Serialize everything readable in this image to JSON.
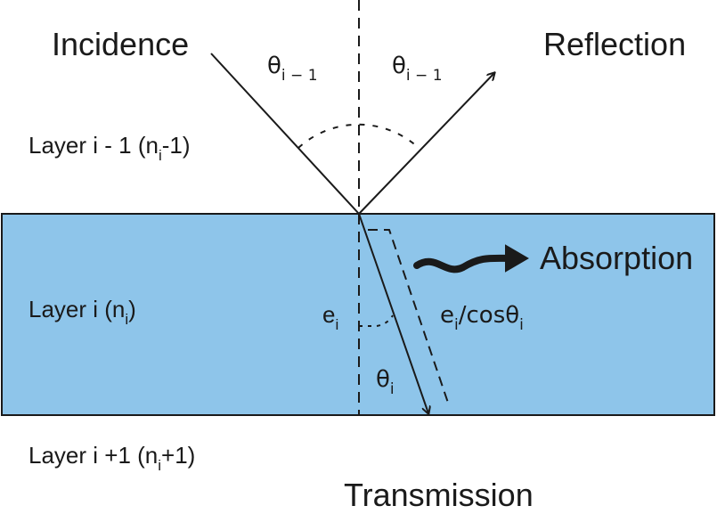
{
  "labels": {
    "incidence": "Incidence",
    "reflection": "Reflection",
    "absorption": "Absorption",
    "transmission": "Transmission"
  },
  "layers": {
    "upper": {
      "prefix": "Layer i - 1 (n",
      "sub": "i",
      "suffix": "-1)"
    },
    "middle": {
      "prefix": "Layer i  (n",
      "sub": "i",
      "suffix": ")"
    },
    "lower": {
      "prefix": "Layer i +1 (n",
      "sub": "i",
      "suffix": "+1)"
    }
  },
  "angles": {
    "incident": {
      "symbol": "θ",
      "sub": "i − 1"
    },
    "reflected": {
      "symbol": "θ",
      "sub": "i − 1"
    },
    "refracted": {
      "symbol": "θ",
      "sub": "i"
    }
  },
  "thickness": {
    "base": "e",
    "base_sub": "i",
    "path_base": "e",
    "path_sub": "i",
    "path_mid": "/cosθ",
    "path_sub2": "i"
  },
  "colors": {
    "layer_fill": "#8ec5ea",
    "stroke": "#1a1a1a"
  }
}
